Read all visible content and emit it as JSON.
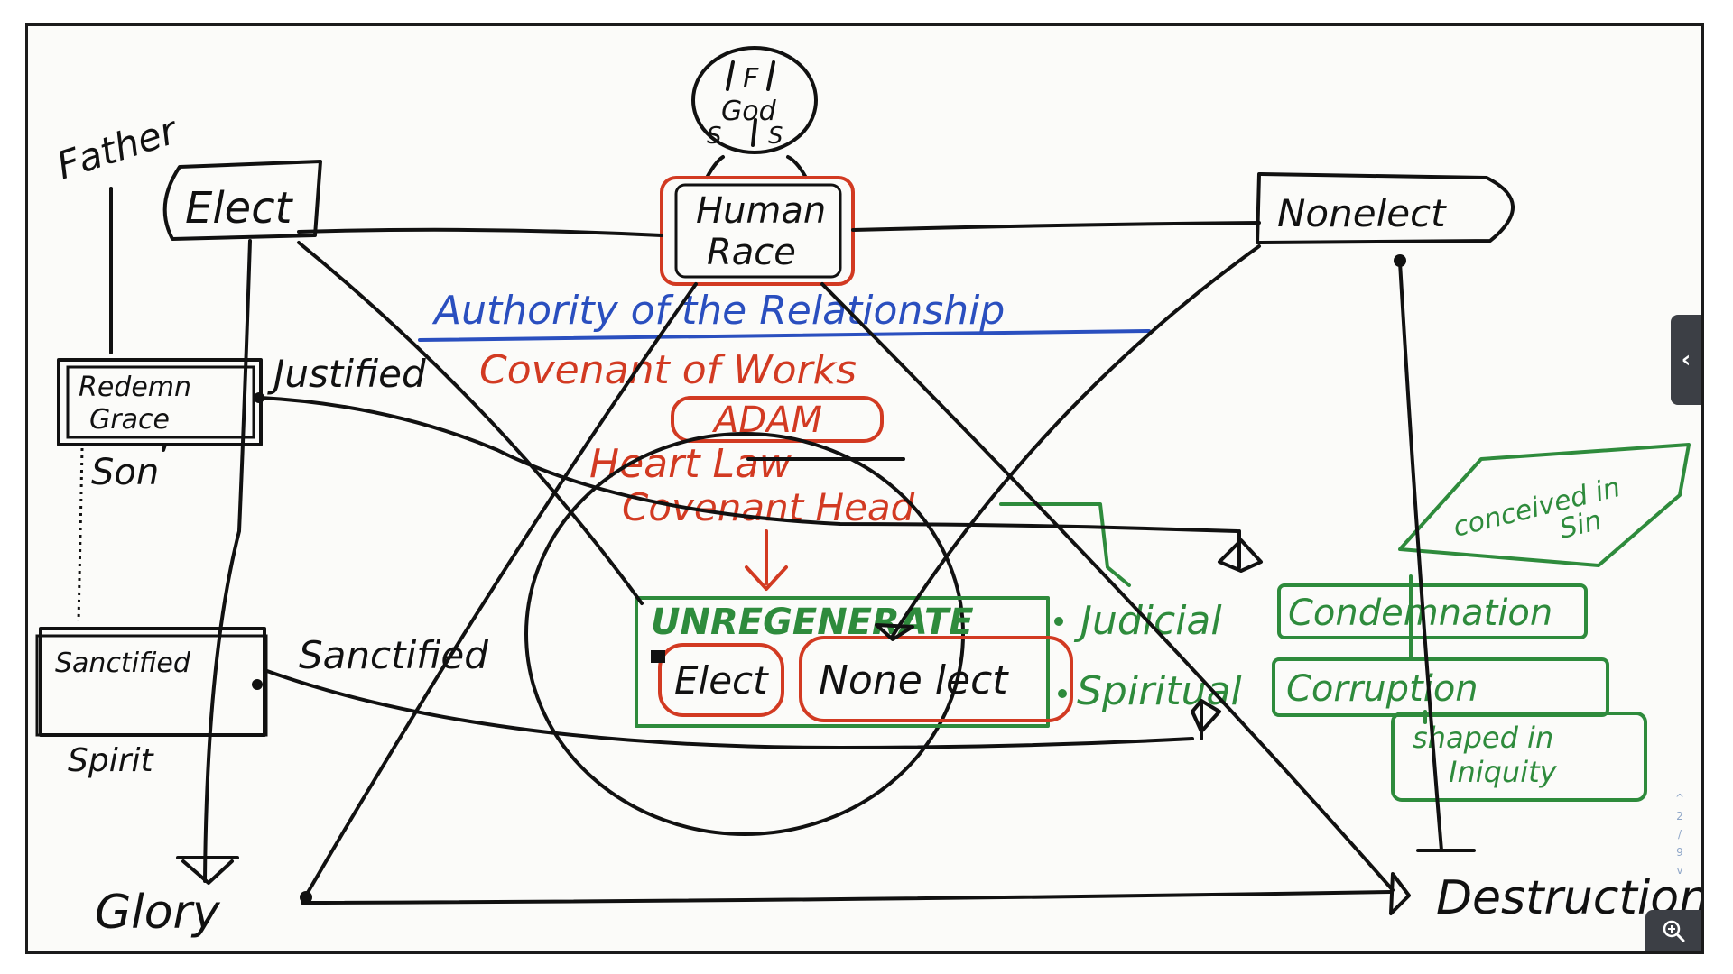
{
  "labels": {
    "god_f": "F",
    "god": "God",
    "god_s1": "S",
    "god_s2": "S",
    "father": "Father",
    "elect_top": "Elect",
    "human_race_1": "Human",
    "human_race_2": "Race",
    "nonelect_top": "Nonelect",
    "authority": "Authority of the Relationship",
    "redemption_1": "Redemn",
    "redemption_2": "Grace",
    "justified": "Justified",
    "covenant_works": "Covenant of Works",
    "adam": "ADAM",
    "heart_law": "Heart Law",
    "son": "Son",
    "covenant_head": "Covenant Head",
    "conceived_1": "conceived in",
    "conceived_2": "Sin",
    "unregenerate": "UNREGENERATE",
    "judicial": "Judicial",
    "condemnation": "Condemnation",
    "sanctified_box": "Sanctified",
    "sanctified": "Sanctified",
    "elect_inner": "Elect",
    "nonelect_inner": "None lect",
    "spiritual": "Spiritual",
    "corruption": "Corruption",
    "spirit": "Spirit",
    "shaped_1": "shaped in",
    "shaped_2": "Iniquity",
    "glory": "Glory",
    "destruction": "Destruction"
  },
  "ui": {
    "collapse_label": "‹",
    "pager": [
      "^",
      "2",
      "/",
      "9",
      "v"
    ]
  },
  "colors": {
    "ink": "#111111",
    "red": "#d23a22",
    "green": "#2e8b3c",
    "blue": "#2a4fbf"
  }
}
